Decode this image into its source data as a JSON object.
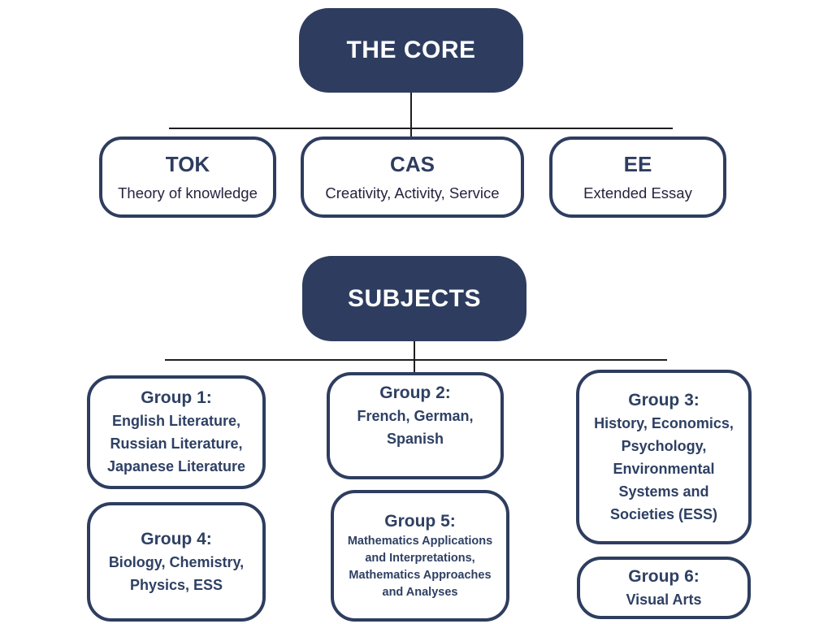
{
  "diagram": {
    "core": {
      "title": "THE CORE",
      "items": [
        {
          "abbr": "TOK",
          "name": "Theory of knowledge"
        },
        {
          "abbr": "CAS",
          "name": "Creativity, Activity, Service"
        },
        {
          "abbr": "EE",
          "name": "Extended Essay"
        }
      ]
    },
    "subjects": {
      "title": "SUBJECTS",
      "groups": [
        {
          "title": "Group 1:",
          "lines": [
            "English Literature,",
            "Russian Literature,",
            "Japanese Literature"
          ]
        },
        {
          "title": "Group 2:",
          "lines": [
            "French, German,",
            "Spanish"
          ]
        },
        {
          "title": "Group 3:",
          "lines": [
            "History, Economics,",
            "Psychology,",
            "Environmental",
            "Systems and",
            "Societies (ESS)"
          ]
        },
        {
          "title": "Group 4:",
          "lines": [
            "Biology, Chemistry,",
            "Physics, ESS"
          ]
        },
        {
          "title": "Group 5:",
          "lines": [
            "Mathematics Applications",
            "and Interpretations,",
            "Mathematics Approaches",
            "and Analyses"
          ]
        },
        {
          "title": "Group 6:",
          "lines": [
            "Visual Arts"
          ]
        }
      ]
    }
  },
  "colors": {
    "navy": "#2e3d5f",
    "box_border": "#2e3d5f",
    "subtitle_text": "#29223f",
    "group_text": "#2e4063",
    "connector": "#1e1e1e",
    "background": "#ffffff"
  }
}
